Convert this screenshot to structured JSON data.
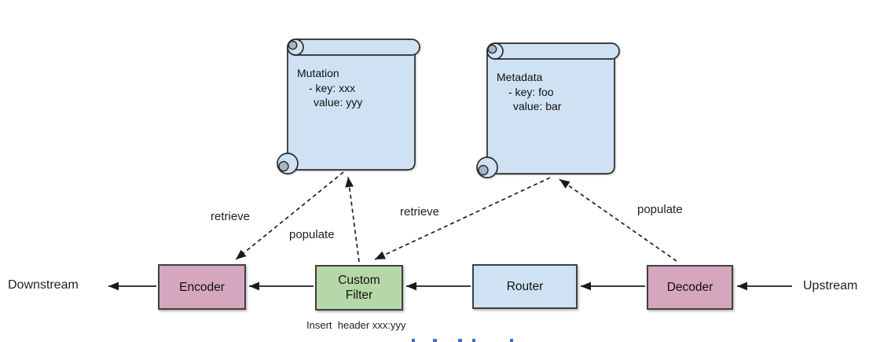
{
  "diagram": {
    "endpoints": {
      "downstream": "Downstream",
      "upstream": "Upstream"
    },
    "nodes": {
      "encoder": {
        "label": "Encoder",
        "fill": "#d5a6bd"
      },
      "custom_filter": {
        "label": "Custom Filter",
        "fill": "#b6d7a8"
      },
      "router": {
        "label": "Router",
        "fill": "#cfe2f3"
      },
      "decoder": {
        "label": "Decoder",
        "fill": "#d5a6bd"
      }
    },
    "notes": {
      "mutation": {
        "title": "Mutation",
        "line1": "- key: xxx",
        "line2": "value: yyy",
        "fill": "#cfe2f3"
      },
      "metadata": {
        "title": "Metadata",
        "line1": "- key: foo",
        "line2": "value: bar",
        "fill": "#cfe2f3"
      }
    },
    "edges": {
      "retrieve_encoder": {
        "label": "retrieve",
        "from": "mutation-note",
        "to": "encoder"
      },
      "populate_mutation": {
        "label": "populate",
        "from": "custom-filter",
        "to": "mutation-note"
      },
      "retrieve_filter": {
        "label": "retrieve",
        "from": "metadata-note",
        "to": "custom-filter"
      },
      "populate_metadata": {
        "label": "populate",
        "from": "decoder",
        "to": "metadata-note"
      }
    },
    "caption": "Insert  header xxx:yyy",
    "colors": {
      "note_fill": "#cfe2f3",
      "roll_shade": "#a3b5c7",
      "line": "#1f1f1f",
      "link_fragment": "#4a68c8"
    }
  }
}
